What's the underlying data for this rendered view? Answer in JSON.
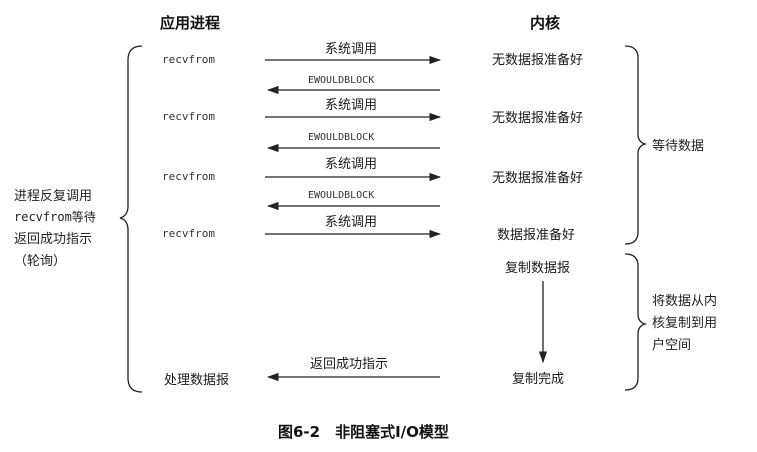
{
  "headers": {
    "app": "应用进程",
    "kernel": "内核"
  },
  "rows": [
    {
      "app": "recvfrom",
      "call": "系统调用",
      "reply": "EWOULDBLOCK",
      "kernel": "无数据报准备好"
    },
    {
      "app": "recvfrom",
      "call": "系统调用",
      "reply": "EWOULDBLOCK",
      "kernel": "无数据报准备好"
    },
    {
      "app": "recvfrom",
      "call": "系统调用",
      "reply": "EWOULDBLOCK",
      "kernel": "无数据报准备好"
    },
    {
      "app": "recvfrom",
      "call": "系统调用",
      "kernel": "数据报准备好"
    }
  ],
  "copy": {
    "start": "复制数据报",
    "done": "复制完成"
  },
  "final": {
    "app": "处理数据报",
    "call": "返回成功指示"
  },
  "left_note": [
    "进程反复调用",
    "recvfrom等待",
    "返回成功指示",
    "（轮询）"
  ],
  "right_notes": {
    "wait": "等待数据",
    "copy": [
      "将数据从内",
      "核复制到用",
      "户空间"
    ]
  },
  "caption": "图6-2　非阻塞式I/O模型"
}
